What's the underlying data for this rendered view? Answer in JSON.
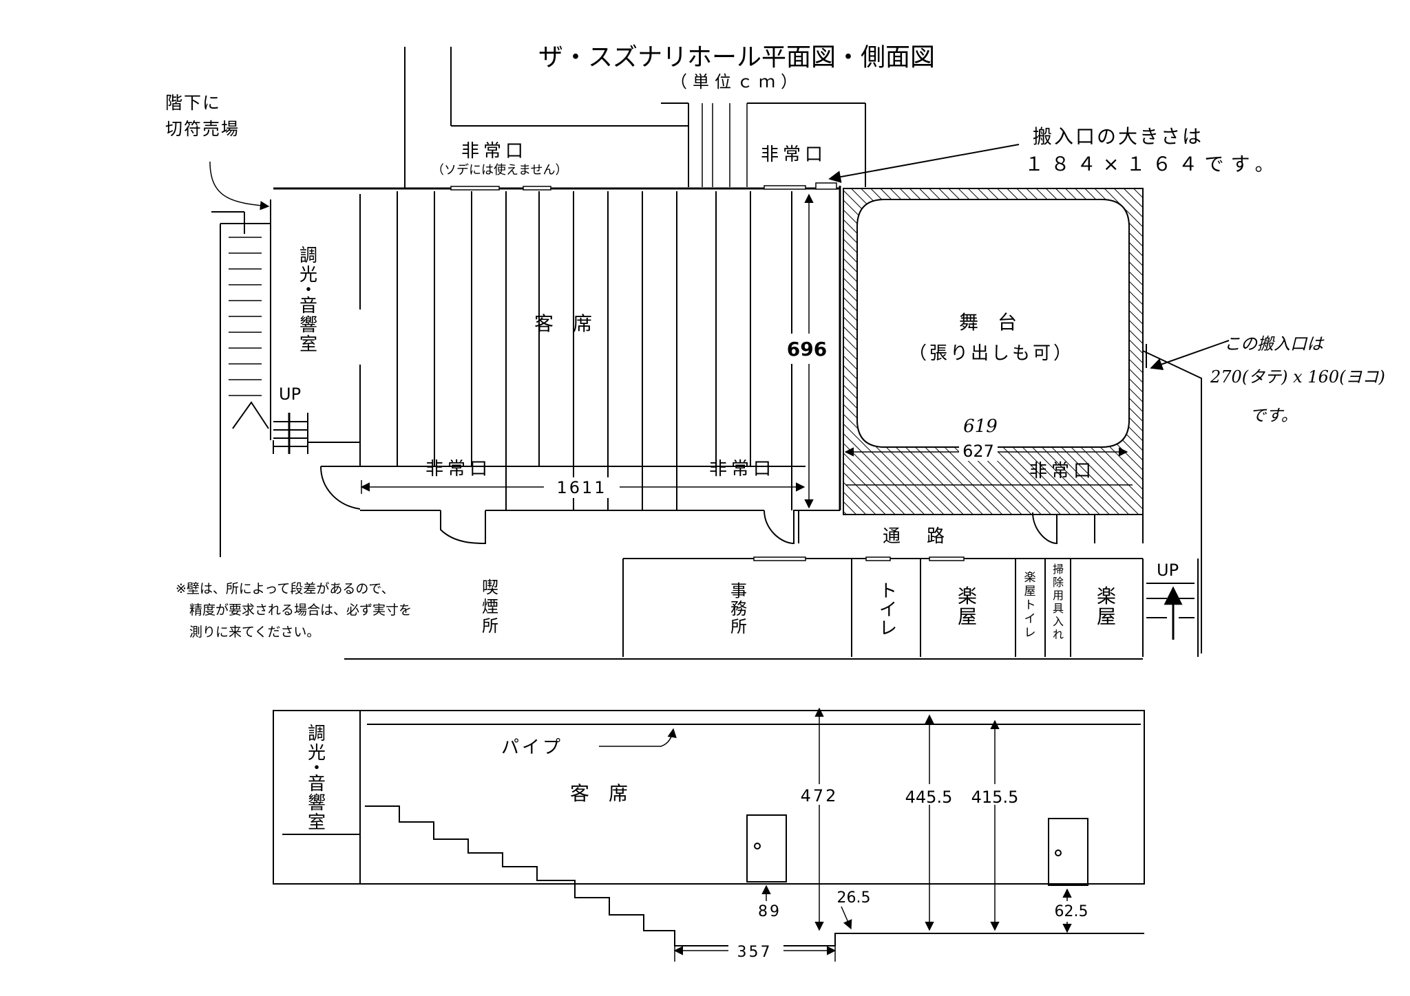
{
  "title": "ザ・スズナリホール平面図・側面図",
  "unit_note": "（単位ｃｍ）",
  "ticket_note": [
    "階下に",
    "切符売場"
  ],
  "emergency_exit": "非常口",
  "emergency_exit_note": "（ソデには使えません）",
  "loading_dock_note": [
    "搬入口の大きさは",
    "１８４×１６４です。"
  ],
  "control_room": [
    "調",
    "光",
    "・",
    "音",
    "響",
    "室"
  ],
  "seating": "客　席",
  "stage": "舞　台",
  "stage_note": "（張り出しも可）",
  "dim_696": "696",
  "dim_627": "627",
  "dim_619": "619",
  "dim_1611": "1611",
  "up_label": "UP",
  "passage": "通　路",
  "side_dock_note": [
    "この搬入口は",
    "270(タテ) x 160(ヨコ)",
    "です。"
  ],
  "smoking_area": [
    "喫",
    "煙",
    "所"
  ],
  "office": [
    "事",
    "務",
    "所"
  ],
  "toilet": [
    "ト",
    "イ",
    "レ"
  ],
  "dressing_room": [
    "楽",
    "屋"
  ],
  "dressing_toilet": [
    "楽",
    "屋",
    "ト",
    "イ",
    "レ"
  ],
  "cleaning_storage": [
    "掃",
    "除",
    "用",
    "具",
    "入",
    "れ"
  ],
  "wall_note": [
    "※壁は、所によって段差があるので、",
    "精度が要求される場合は、必ず実寸を",
    "測りに来てください。"
  ],
  "side_view": {
    "pipe": "パイプ",
    "dim_472": "472",
    "dim_445_5": "445.5",
    "dim_415_5": "415.5",
    "dim_89": "89",
    "dim_26_5": "26.5",
    "dim_62_5": "62.5",
    "dim_357": "357"
  }
}
